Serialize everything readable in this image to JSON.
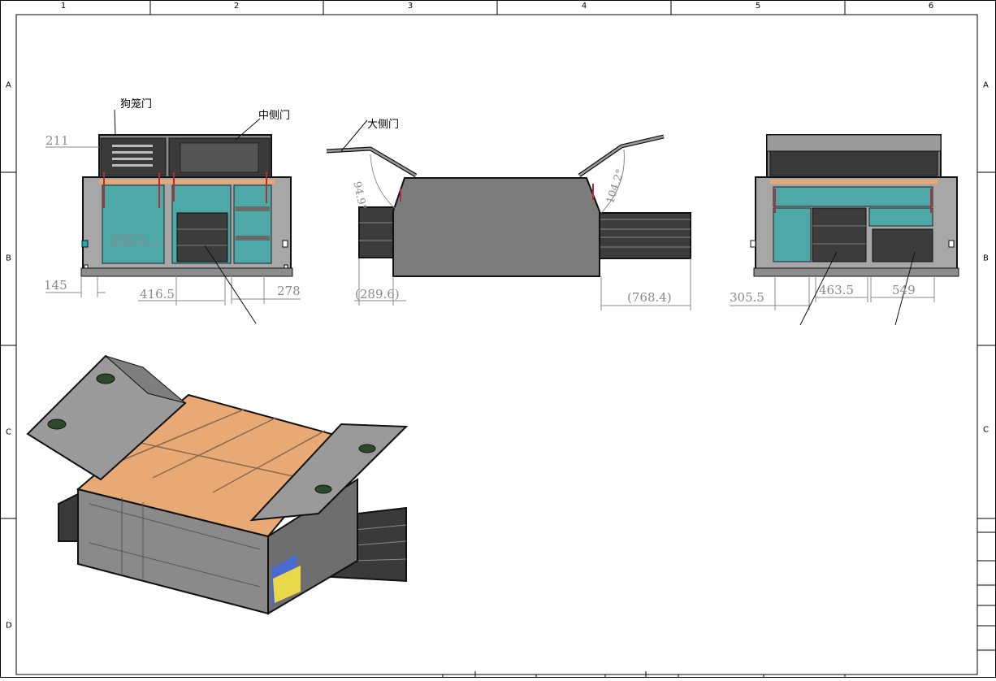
{
  "zones": {
    "columns": [
      "1",
      "2",
      "3",
      "4",
      "5",
      "6"
    ],
    "rows": [
      "A",
      "B",
      "C",
      "D"
    ]
  },
  "callouts": {
    "dog_cage_door": "狗笼门",
    "middle_side_door": "中侧门",
    "large_side_door": "大侧门"
  },
  "dimensions": {
    "front_top_offset": "211",
    "front_cage_width": "480.5",
    "front_left_offset": "145",
    "front_drawer_width": "416.5",
    "front_right_offset": "278",
    "side_left_drawer": "(289.6)",
    "side_right_drawer": "(768.4)",
    "rear_left_offset": "305.5",
    "rear_mid_width": "463.5",
    "rear_right_width": "549"
  },
  "angles": {
    "left_door_open": "94.9°",
    "right_door_open": "104.2°"
  },
  "colors": {
    "teal_panel": "#4fa8a8",
    "body_grey": "#7c7c7c",
    "dark_drawer": "#3c3c3c",
    "roof_wood": "#e8a975",
    "strut_red": "#b03030",
    "dimension_grey": "#8a8a8a"
  }
}
